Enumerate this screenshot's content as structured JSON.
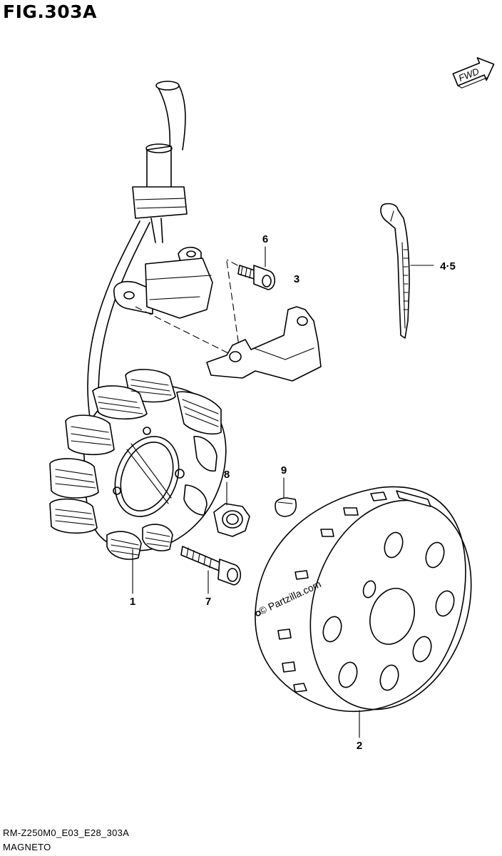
{
  "figure": {
    "title": "FIG.303A",
    "footer_code": "RM-Z250M0_E03_E28_303A",
    "footer_name": "MAGNETO",
    "direction_badge": "FWD",
    "watermark": "© Partzilla.com"
  },
  "callouts": [
    {
      "label": "1"
    },
    {
      "label": "2"
    },
    {
      "label": "3"
    },
    {
      "label": "4·5"
    },
    {
      "label": "6"
    },
    {
      "label": "7"
    },
    {
      "label": "8"
    },
    {
      "label": "9"
    }
  ]
}
